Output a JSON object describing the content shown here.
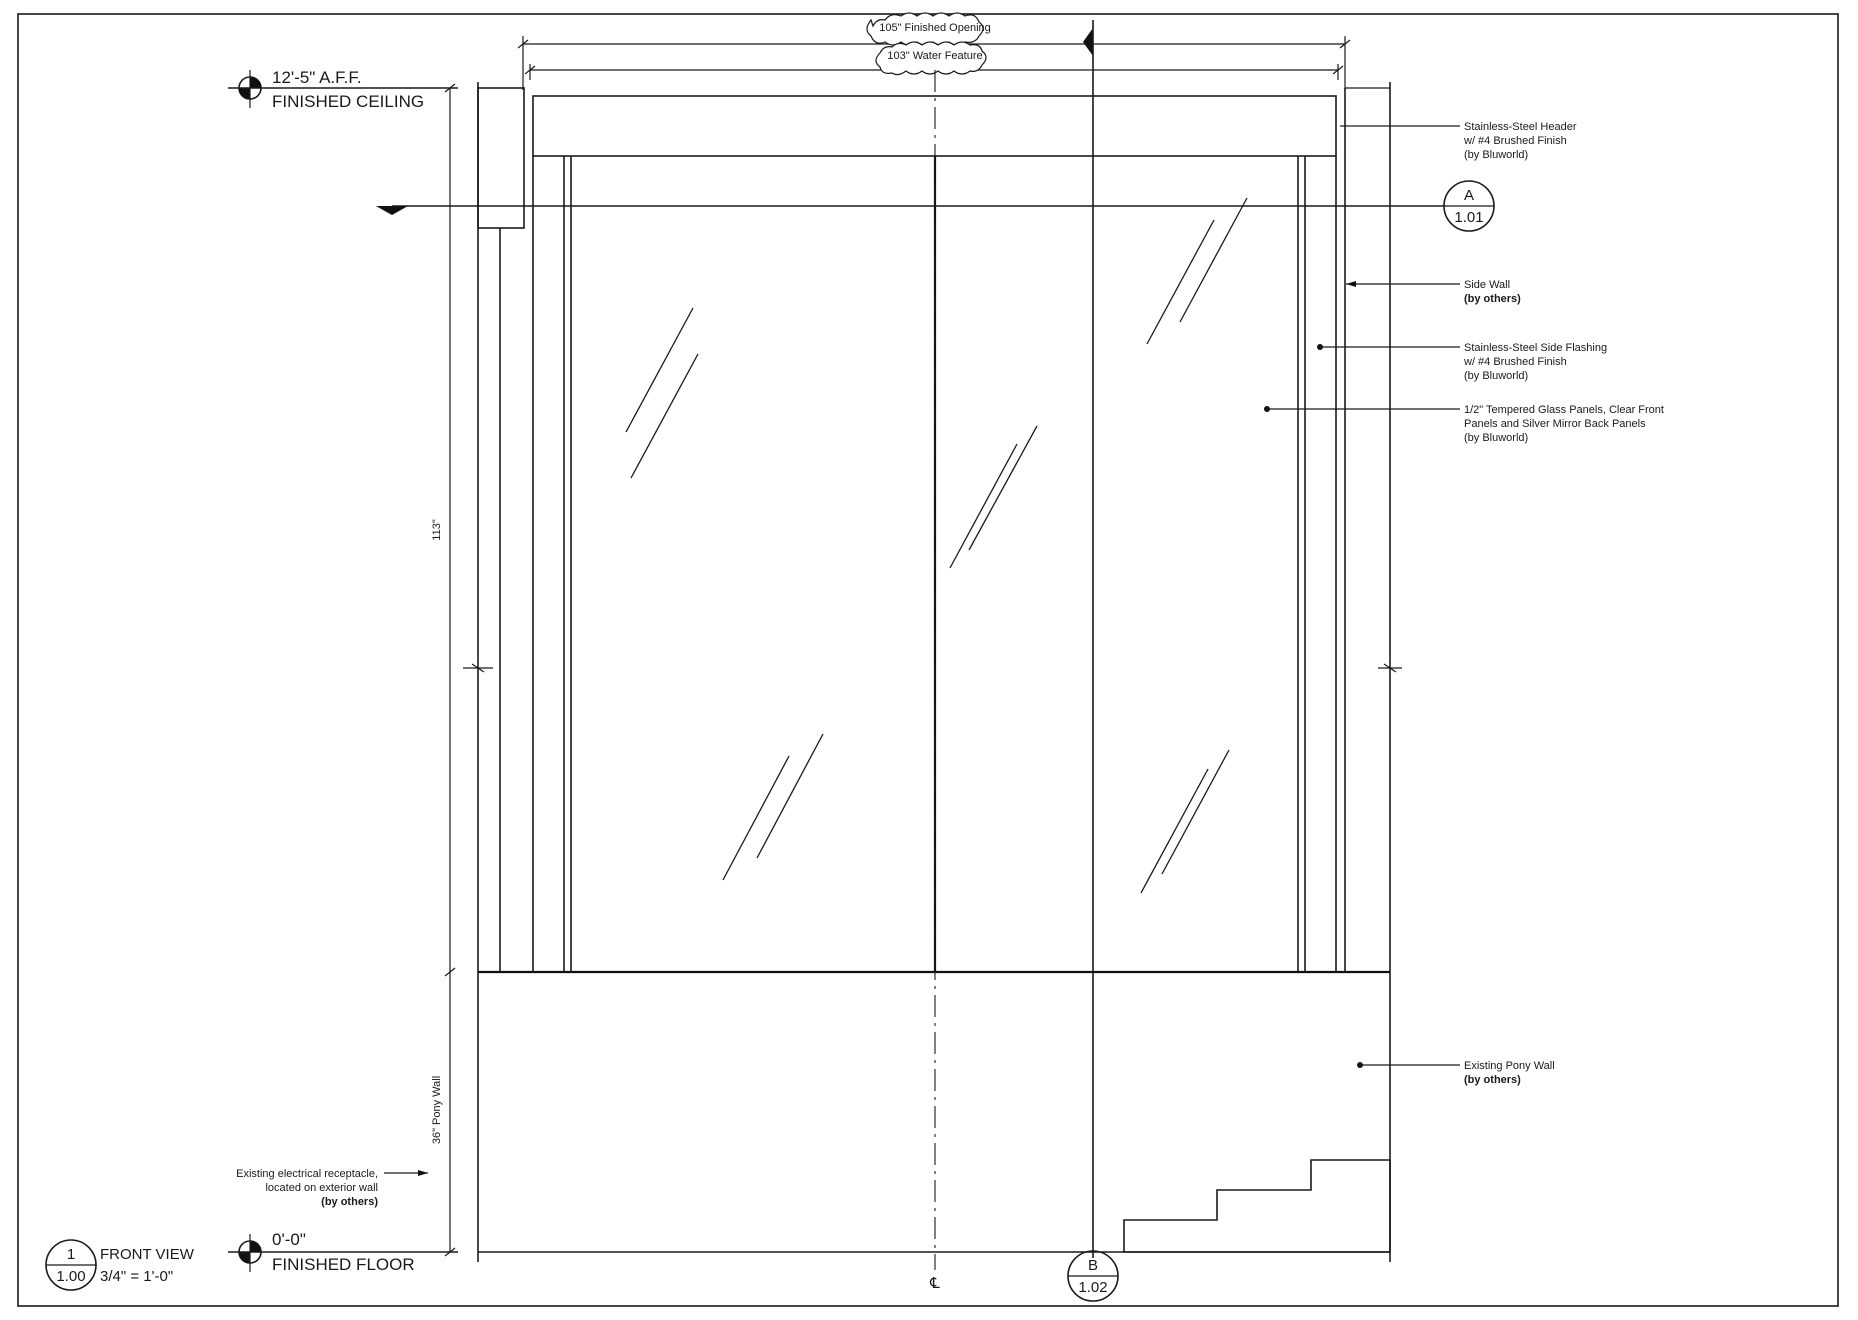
{
  "dimensions": {
    "finished_opening": "105\" Finished Opening",
    "water_feature": "103\" Water Feature",
    "height_113": "113\"",
    "pony_wall": "36\" Pony Wall"
  },
  "levels": {
    "ceiling": {
      "elevation": "12'-5\" A.F.F.",
      "name": "FINISHED CEILING"
    },
    "floor": {
      "elevation": "0'-0\"",
      "name": "FINISHED FLOOR"
    }
  },
  "section_markers": {
    "a": {
      "letter": "A",
      "sheet": "1.01"
    },
    "b": {
      "letter": "B",
      "sheet": "1.02"
    }
  },
  "centerline_symbol": "℄",
  "callouts": {
    "header": [
      "Stainless-Steel Header",
      "w/ #4 Brushed Finish",
      "(by Bluworld)"
    ],
    "side_wall": {
      "line1": "Side Wall",
      "line2": "(by others)"
    },
    "side_flashing": [
      "Stainless-Steel Side Flashing",
      "w/ #4 Brushed Finish",
      "(by Bluworld)"
    ],
    "glass_panels": [
      "1/2\" Tempered Glass Panels, Clear Front",
      "Panels and Silver Mirror Back Panels",
      "(by Bluworld)"
    ],
    "pony_wall": {
      "line1": "Existing Pony Wall",
      "line2": "(by others)"
    },
    "receptacle": {
      "line1": "Existing electrical receptacle,",
      "line2": "located on exterior wall",
      "line3": "(by others)"
    }
  },
  "title_block": {
    "number": "1",
    "sheet": "1.00",
    "title": "FRONT VIEW",
    "scale": "3/4\" = 1'-0\""
  }
}
